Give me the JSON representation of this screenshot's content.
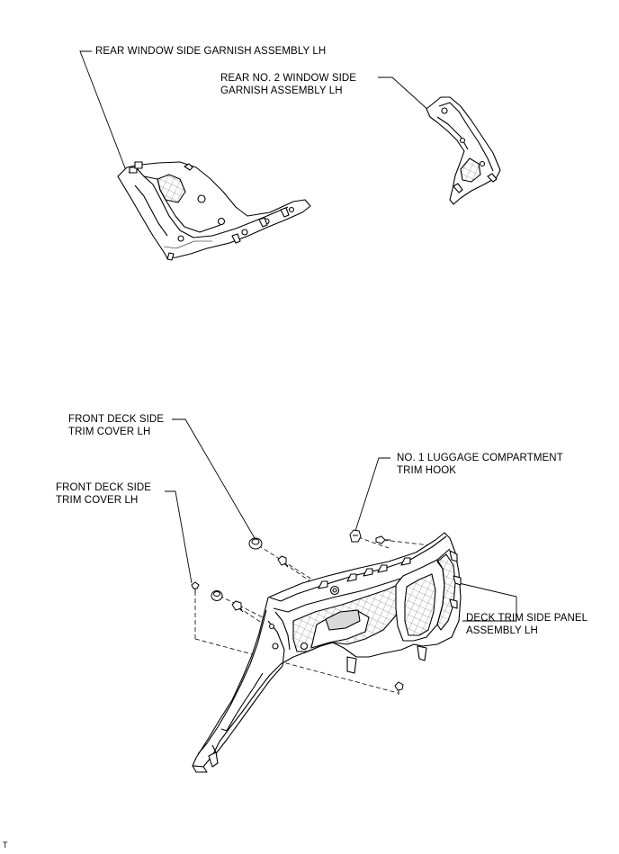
{
  "labels": {
    "rear_window_side_garnish": {
      "line1": "REAR WINDOW SIDE GARNISH ASSEMBLY LH"
    },
    "rear_no2_window_side_garnish": {
      "line1": "REAR NO. 2 WINDOW SIDE",
      "line2": "GARNISH ASSEMBLY LH"
    },
    "front_deck_side_trim_cover_upper": {
      "line1": "FRONT DECK SIDE",
      "line2": "TRIM COVER LH"
    },
    "front_deck_side_trim_cover_lower": {
      "line1": "FRONT DECK SIDE",
      "line2": "TRIM COVER LH"
    },
    "luggage_trim_hook": {
      "line1": "NO. 1 LUGGAGE COMPARTMENT",
      "line2": "TRIM HOOK"
    },
    "deck_trim_side_panel": {
      "line1": "DECK TRIM SIDE PANEL",
      "line2": "ASSEMBLY LH"
    }
  },
  "corner_mark": "T",
  "colors": {
    "line": "#000000",
    "fill": "#ffffff",
    "shade": "#d8d8d8"
  }
}
